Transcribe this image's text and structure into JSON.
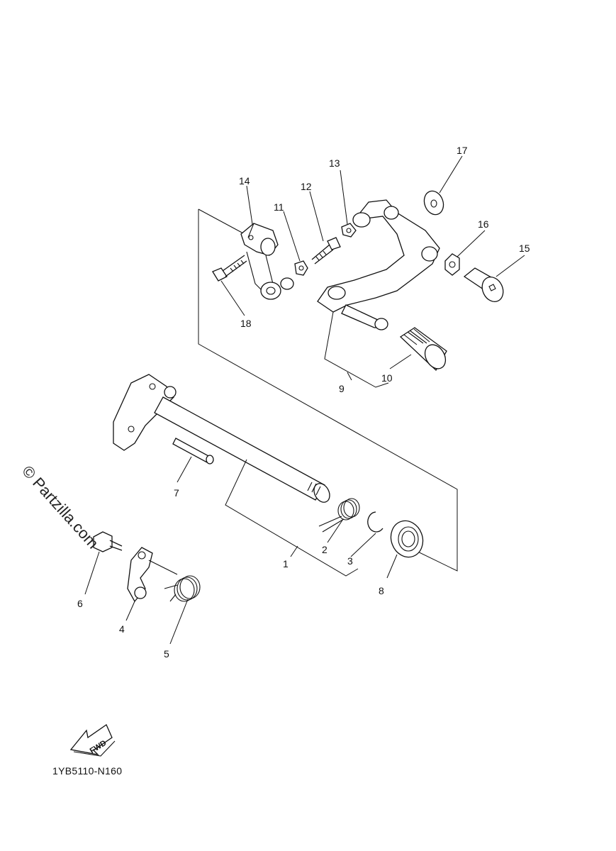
{
  "diagram": {
    "callouts": [
      {
        "id": "c1",
        "label": "1"
      },
      {
        "id": "c2",
        "label": "2"
      },
      {
        "id": "c3",
        "label": "3"
      },
      {
        "id": "c4",
        "label": "4"
      },
      {
        "id": "c5",
        "label": "5"
      },
      {
        "id": "c6",
        "label": "6"
      },
      {
        "id": "c7",
        "label": "7"
      },
      {
        "id": "c8",
        "label": "8"
      },
      {
        "id": "c9",
        "label": "9"
      },
      {
        "id": "c10",
        "label": "10"
      },
      {
        "id": "c11",
        "label": "11"
      },
      {
        "id": "c12",
        "label": "12"
      },
      {
        "id": "c13",
        "label": "13"
      },
      {
        "id": "c14",
        "label": "14"
      },
      {
        "id": "c15",
        "label": "15"
      },
      {
        "id": "c16",
        "label": "16"
      },
      {
        "id": "c17",
        "label": "17"
      },
      {
        "id": "c18",
        "label": "18"
      }
    ],
    "fwd_label": "FWD",
    "drawing_code": "1YB5110-N160",
    "watermark": "© Partzilla.com"
  }
}
